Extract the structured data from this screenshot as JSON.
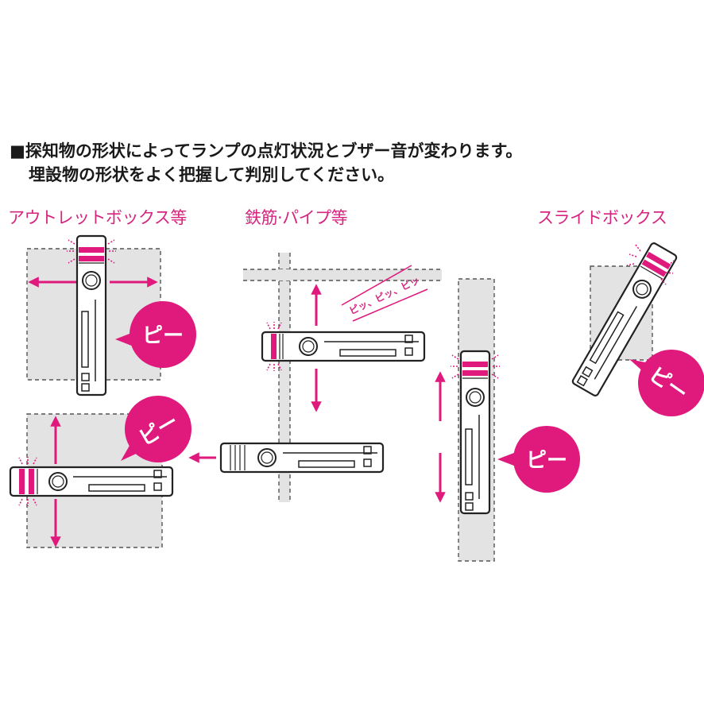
{
  "heading": {
    "line1": "■探知物の形状によってランプの点灯状況とブザー音が変わります。",
    "line2": "埋設物の形状をよく把握して判別してください。"
  },
  "sections": {
    "outlet": "アウトレットボックス等",
    "rebar": "鉄筋·パイプ等",
    "slide": "スライドボックス"
  },
  "sounds": {
    "long_beep": "ピー",
    "short_beeps": "ピッ、ピッ、ピッ"
  },
  "colors": {
    "accent": "#e0197d",
    "box_fill": "#e3e3e3",
    "outline": "#222222"
  }
}
